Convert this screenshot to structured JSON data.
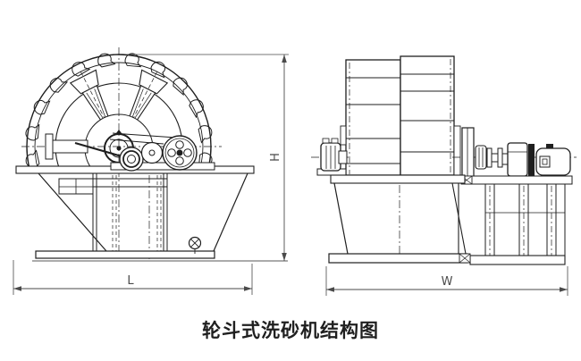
{
  "caption": "轮斗式洗砂机结构图",
  "dimension_labels": {
    "height": "H",
    "length": "L",
    "width": "W"
  },
  "colors": {
    "line": "#1f1f1f",
    "dimension": "#4a4a4a",
    "background": "#ffffff"
  }
}
